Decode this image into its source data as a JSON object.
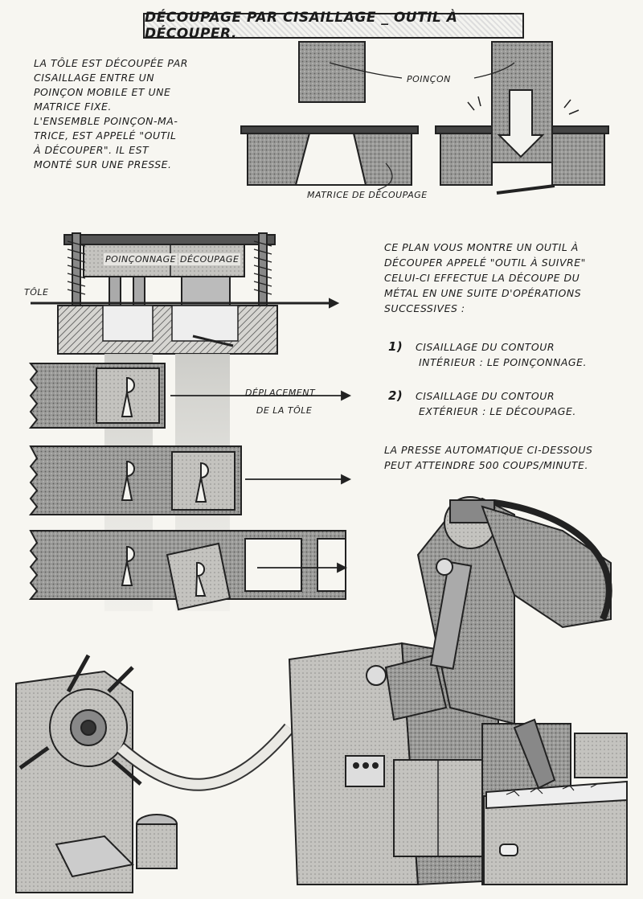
{
  "title": "Découpage par cisaillage _ outil à découper.",
  "intro": {
    "line1": "La tôle est découpée par",
    "line2": "cisaillage entre un",
    "line3": "poinçon mobile et une",
    "line4": "matrice fixe.",
    "line5": "L'ensemble poinçon-ma-",
    "line6": "trice, est appelé \"outil",
    "line7": "à découper\". Il est",
    "line8": "monté sur une presse."
  },
  "labels": {
    "poincon": "Poinçon",
    "matrice": "Matrice de découpage",
    "poinconnage": "Poinçonnage",
    "decoupage": "Découpage",
    "tole": "Tôle",
    "deplacement1": "Déplacement",
    "deplacement2": "de la tôle"
  },
  "explanation": {
    "line1": "Ce plan vous montre un outil à",
    "line2": "découper appelé \"outil à suivre\"",
    "line3": "celui-ci effectue la découpe du",
    "line4": "métal en une suite d'opérations",
    "line5": "successives :",
    "step1_num": "1)",
    "step1_a": "Cisaillage du contour",
    "step1_b": "intérieur : le poinçonnage.",
    "step2_num": "2)",
    "step2_a": "Cisaillage du contour",
    "step2_b": "extérieur : le découpage.",
    "press_a": "La presse automatique ci-dessous",
    "press_b": "peut atteindre 500 coups/minute."
  }
}
